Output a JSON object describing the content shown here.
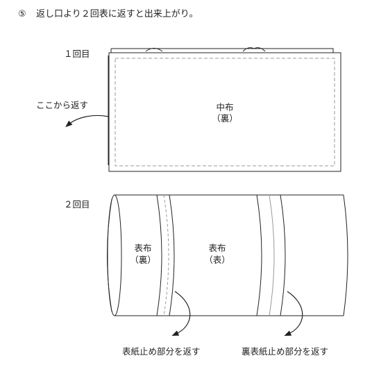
{
  "instruction": {
    "number": "⑤",
    "text": "返し口より２回表に返すと出来上がり。"
  },
  "step1": {
    "label": "１回目",
    "fabric_label": "中布",
    "fabric_side": "（裏）",
    "arrow_label": "ここから返す"
  },
  "step2": {
    "label": "２回目",
    "left_panel_label": "表布",
    "left_panel_side": "（裏）",
    "center_panel_label": "表布",
    "center_panel_side": "（表）",
    "arrow_left_label": "表紙止め部分を返す",
    "arrow_right_label": "裏表紙止め部分を返す"
  }
}
